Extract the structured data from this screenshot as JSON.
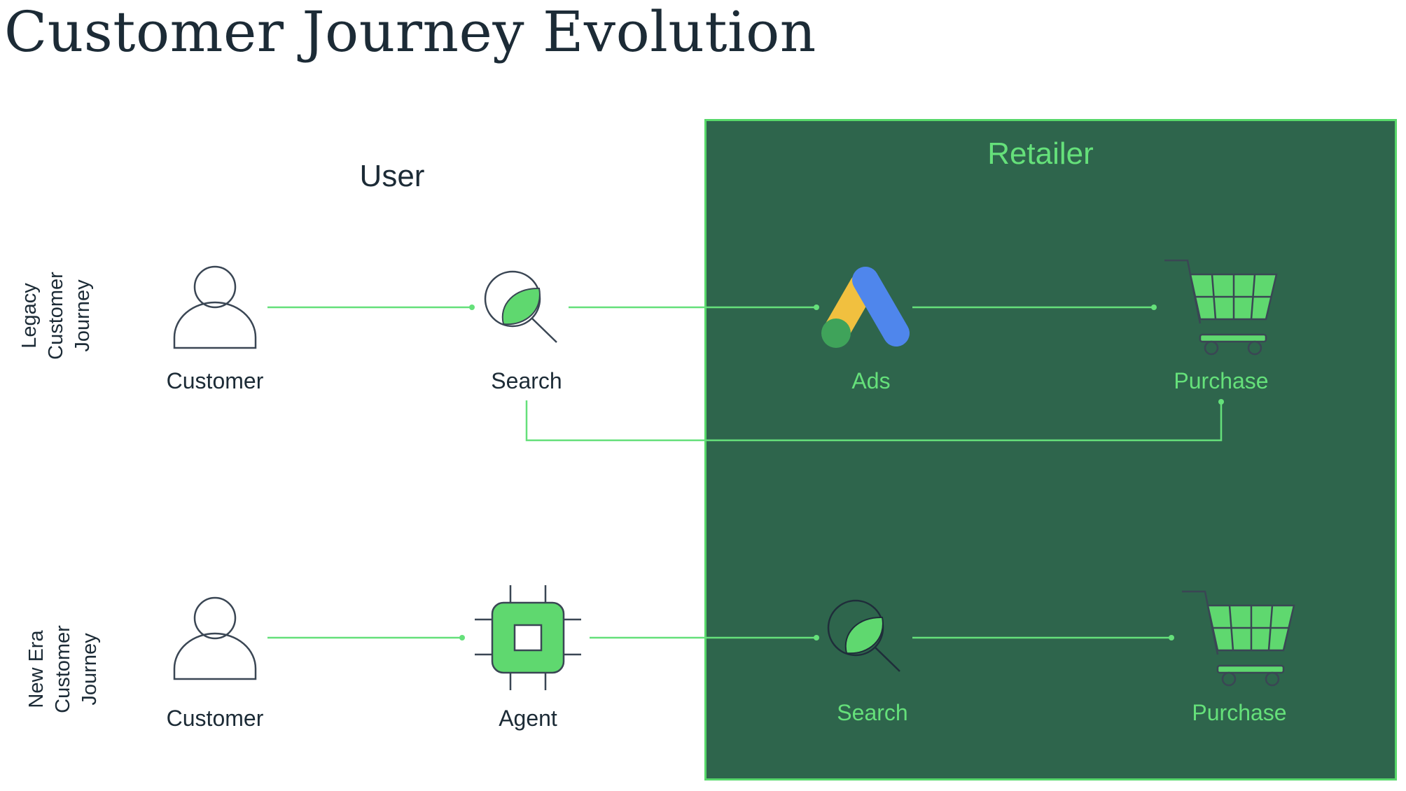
{
  "title": "Customer Journey Evolution",
  "columns": {
    "user": "User",
    "retailer": "Retailer"
  },
  "rows": {
    "legacy": {
      "label_lines": [
        "Legacy",
        "Customer",
        "Journey"
      ]
    },
    "new_era": {
      "label_lines": [
        "New Era",
        "Customer",
        "Journey"
      ]
    }
  },
  "legacy_nodes": {
    "customer": {
      "label": "Customer",
      "icon": "person-icon"
    },
    "search": {
      "label": "Search",
      "icon": "search-leaf-icon"
    },
    "ads": {
      "label": "Ads",
      "icon": "ads-logo-icon"
    },
    "purchase": {
      "label": "Purchase",
      "icon": "shopping-cart-icon"
    }
  },
  "new_era_nodes": {
    "customer": {
      "label": "Customer",
      "icon": "person-icon"
    },
    "agent": {
      "label": "Agent",
      "icon": "chip-icon"
    },
    "search": {
      "label": "Search",
      "icon": "search-leaf-icon"
    },
    "purchase": {
      "label": "Purchase",
      "icon": "shopping-cart-icon"
    }
  },
  "colors": {
    "retailer_panel": "#2e654c",
    "connector": "#65e07a",
    "accent_green": "#5fd86f",
    "ads_yellow": "#f1c03f",
    "ads_blue": "#4f86ec",
    "ads_green": "#3fa35a",
    "icon_stroke_dark": "#3a4654"
  }
}
